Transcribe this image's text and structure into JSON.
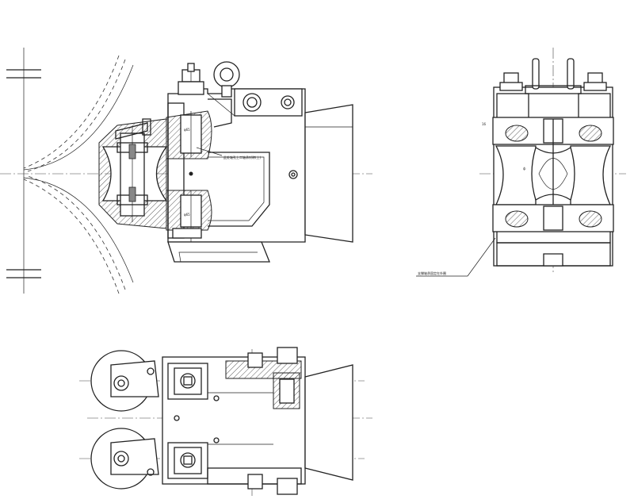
{
  "views": {
    "front": {
      "dim_a": "φ65",
      "dim_b": "φ65",
      "note": "此处轴孔上二轴承对称(上)"
    },
    "side": {
      "dim_left": "16",
      "dim_mid": "ф",
      "leader_note": "支撑轴承固定在外圈"
    },
    "top": {}
  }
}
